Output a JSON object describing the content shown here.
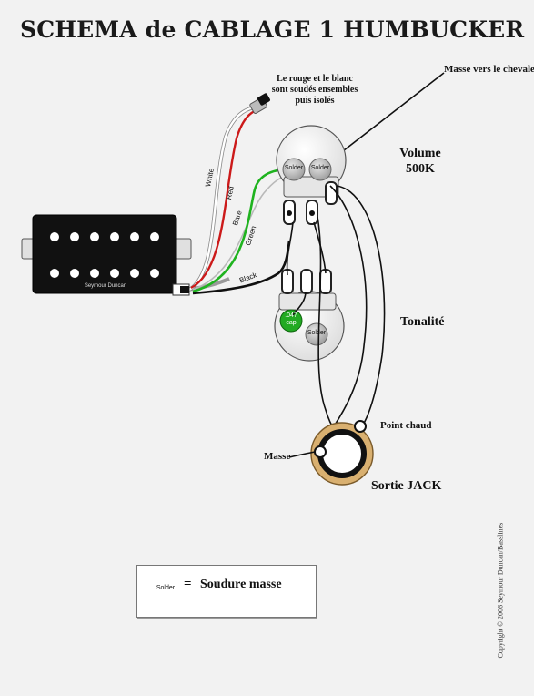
{
  "title": "SCHEMA de CABLAGE 1 HUMBUCKER",
  "labels": {
    "ground_to_bridge": "Masse vers le chevalet",
    "solder_note_1": "Le rouge et le blanc",
    "solder_note_2": "sont soudés ensembles",
    "solder_note_3": "puis isolés",
    "volume_1": "Volume",
    "volume_2": "500K",
    "tone": "Tonalité",
    "hot_point": "Point chaud",
    "ground": "Masse",
    "jack_output": "Sortie JACK",
    "solder": "Solder",
    "cap_1": ".047",
    "cap_2": "cap",
    "pickup_brand": "Seymour Duncan"
  },
  "wires": {
    "white": "White",
    "red": "Red",
    "bare": "Bare",
    "green": "Green",
    "black": "Black"
  },
  "legend": {
    "solder": "Solder",
    "equals": "=",
    "text": "Soudure masse"
  },
  "copyright": "Copyright © 2006 Seymour Duncan/Basslines",
  "colors": {
    "wire_red": "#cc1a1a",
    "wire_green": "#1fb31f",
    "wire_black": "#111111",
    "wire_white": "#ffffff",
    "cap_green": "#22aa22",
    "jack_ring": "#d9b070"
  }
}
